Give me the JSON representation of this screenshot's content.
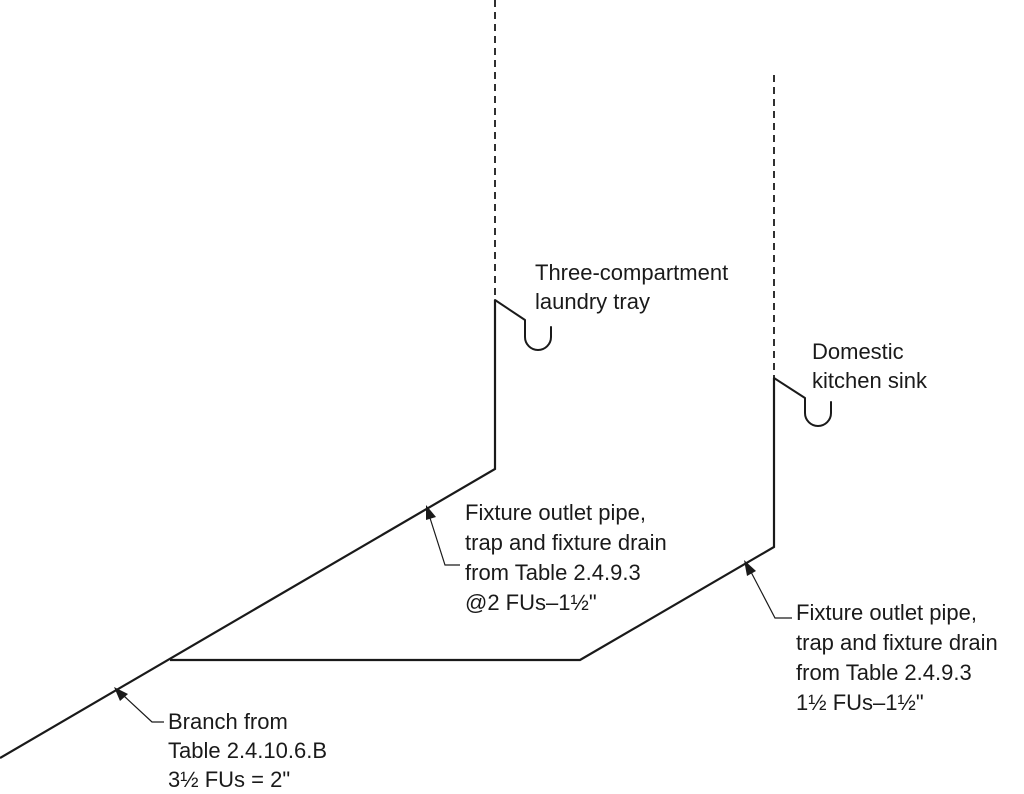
{
  "fixtures": {
    "laundry_tray": [
      "Three-compartment",
      "laundry tray"
    ],
    "kitchen_sink": [
      "Domestic",
      "kitchen sink"
    ]
  },
  "callouts": {
    "laundry_drain": [
      "Fixture outlet pipe,",
      "trap and fixture drain",
      "from Table 2.4.9.3",
      "@2 FUs–1½\""
    ],
    "sink_drain": [
      "Fixture outlet pipe,",
      "trap and fixture drain",
      "from Table 2.4.9.3",
      "1½ FUs–1½\""
    ],
    "branch": [
      "Branch from",
      "Table 2.4.10.6.B",
      "3½ FUs = 2\""
    ]
  }
}
